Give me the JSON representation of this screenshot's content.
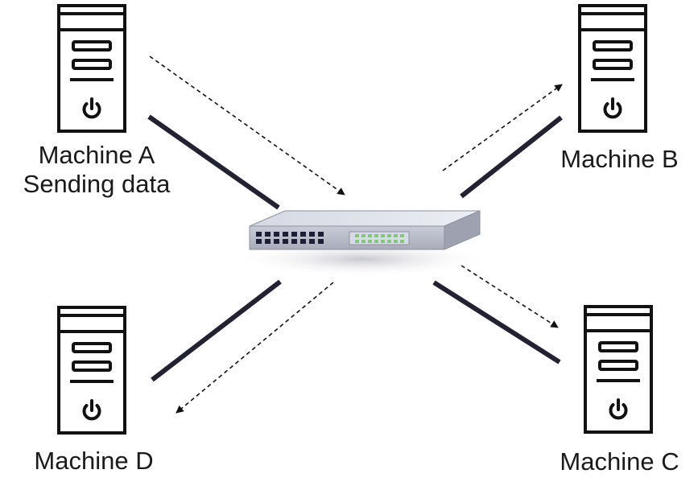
{
  "machines": {
    "a": {
      "name": "Machine A",
      "note": "Sending data"
    },
    "b": {
      "name": "Machine B"
    },
    "c": {
      "name": "Machine C"
    },
    "d": {
      "name": "Machine D"
    }
  },
  "colors": {
    "outline": "#111111",
    "cable": "#222233",
    "switch_top": "#e4e6ee",
    "switch_front": "#b9bcc9",
    "port_black": "#1a1f36",
    "led_green": "#7ecb74"
  },
  "icons": {
    "computer": "tower-pc-icon",
    "power": "power-icon",
    "switch": "network-switch-icon"
  }
}
